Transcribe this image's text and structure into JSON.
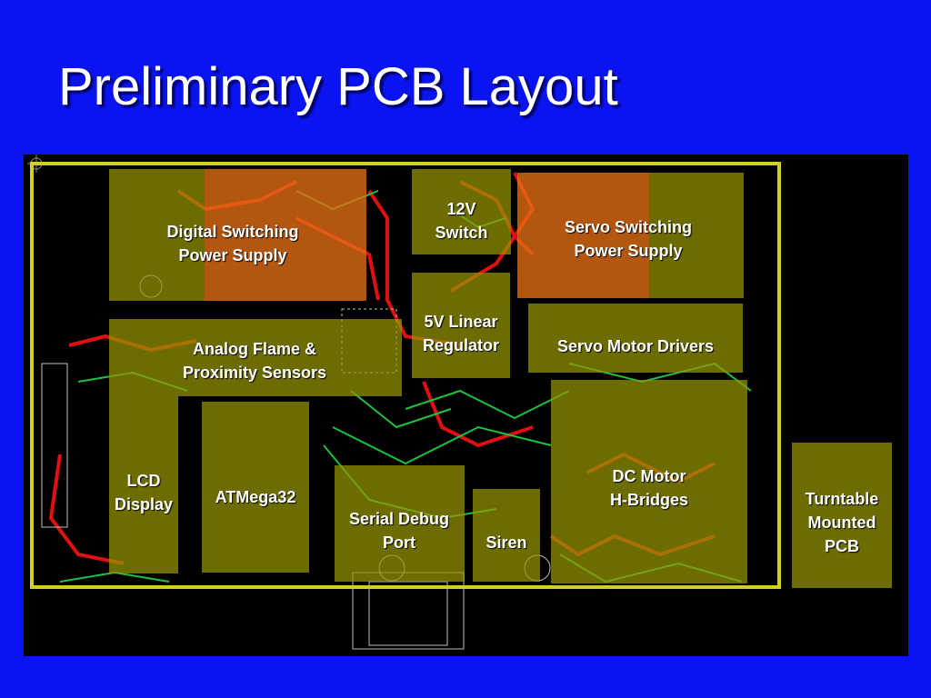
{
  "slide": {
    "title": "Preliminary PCB Layout"
  },
  "regions": {
    "digital_switching": "Digital Switching\nPower Supply",
    "switch_12v": "12V\nSwitch",
    "servo_switching": "Servo Switching\nPower Supply",
    "linear_5v": "5V Linear\nRegulator",
    "servo_drivers": "Servo Motor Drivers",
    "analog_sensors": "Analog Flame &\nProximity Sensors",
    "lcd": "LCD\nDisplay",
    "atmega": "ATMega32",
    "serial_debug": "Serial Debug\nPort",
    "siren": "Siren",
    "dc_motor": "DC Motor\nH-Bridges",
    "turntable": "Turntable\nMounted\nPCB"
  },
  "colors": {
    "background": "#0a14f0",
    "board": "#000000",
    "outline": "#d0d020",
    "trace_red": "#e01010",
    "trace_green": "#20c040",
    "region": "#969600",
    "region_orange": "#e66e14"
  }
}
